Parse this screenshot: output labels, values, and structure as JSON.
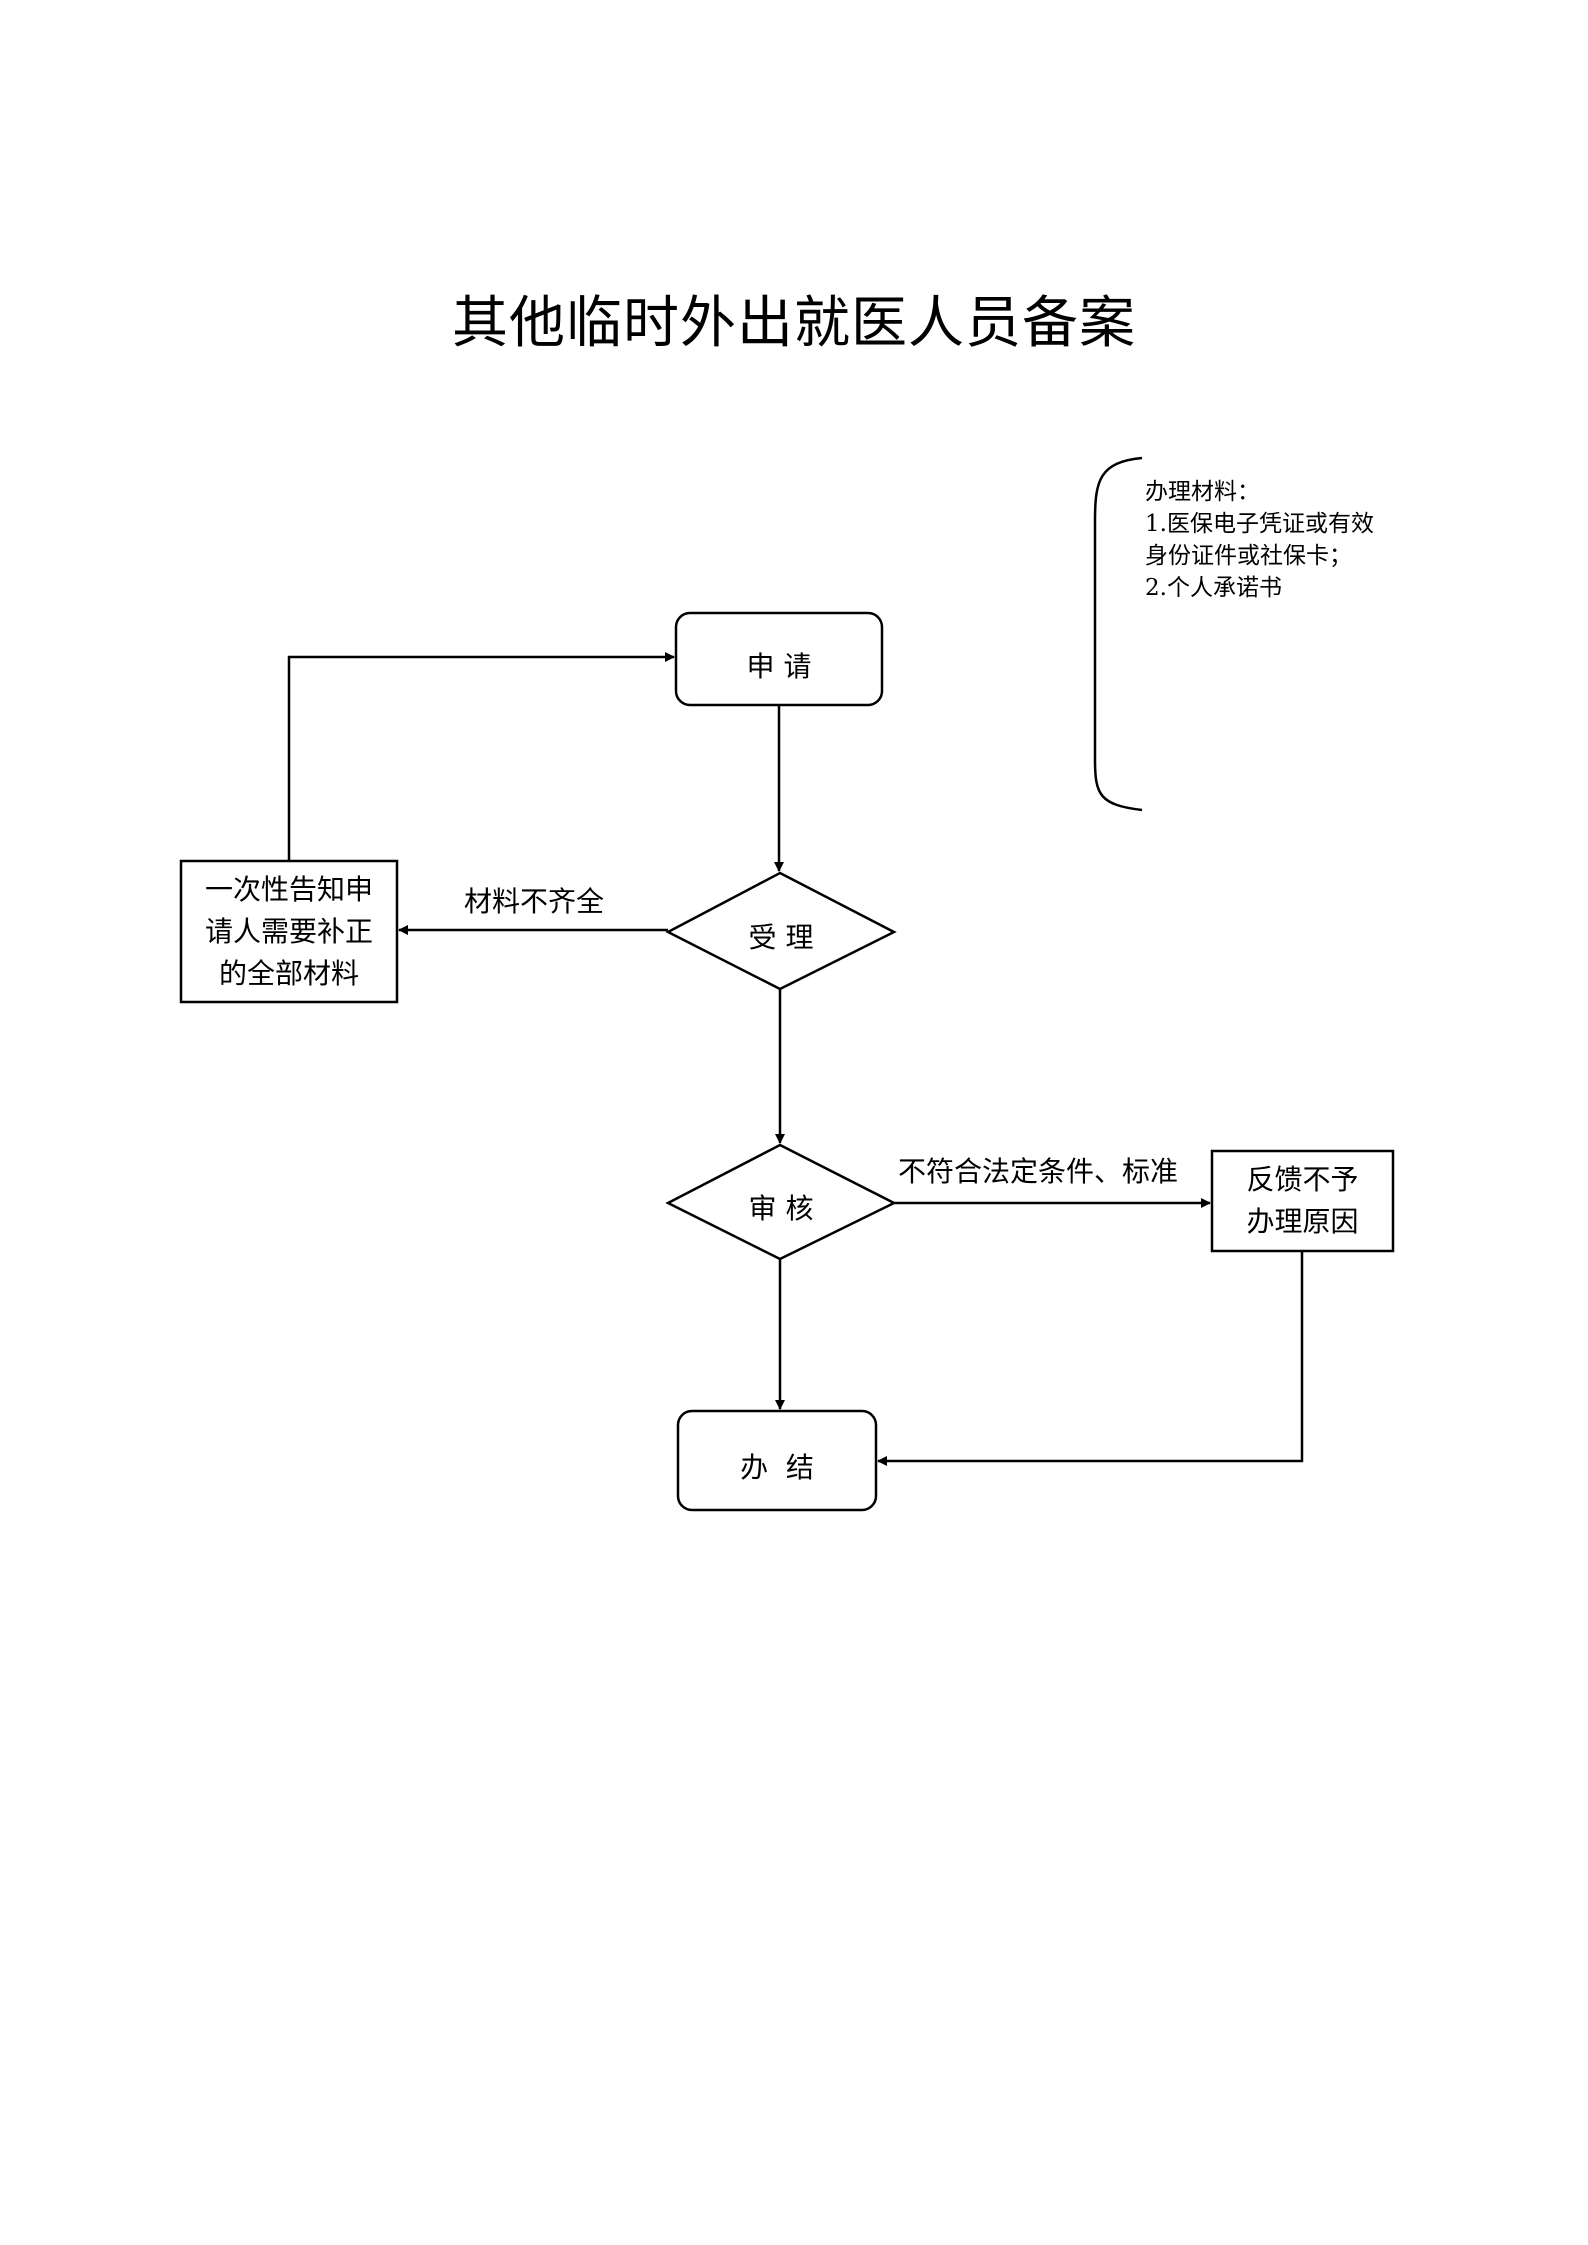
{
  "title": "其他临时外出就医人员备案",
  "materials": {
    "heading": "办理材料：",
    "item1_line1": "1.医保电子凭证或有效",
    "item1_line2": "身份证件或社保卡；",
    "item2": "2.个人承诺书"
  },
  "nodes": {
    "apply": "申 请",
    "accept": "受 理",
    "review": "审 核",
    "complete": "办  结",
    "notify_line1": "一次性告知申",
    "notify_line2": "请人需要补正",
    "notify_line3": "的全部材料",
    "feedback_line1": "反馈不予",
    "feedback_line2": "办理原因"
  },
  "edges": {
    "incomplete": "材料不齐全",
    "not_qualified": "不符合法定条件、标准"
  }
}
